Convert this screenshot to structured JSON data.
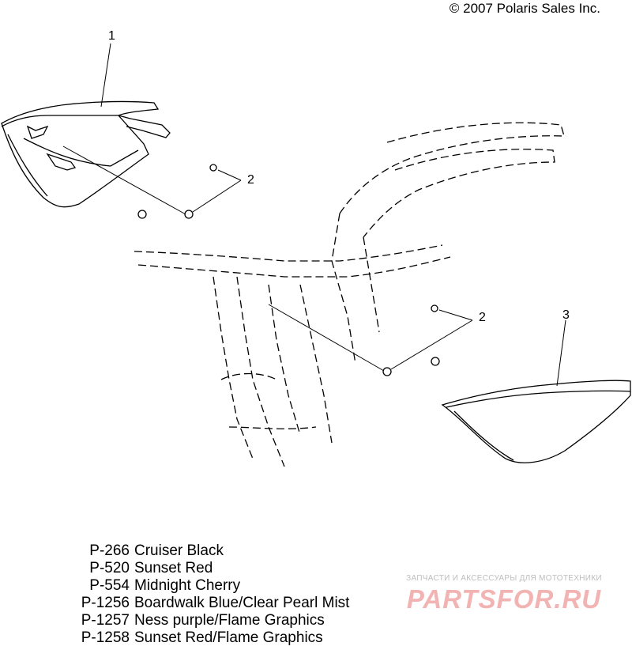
{
  "copyright": "© 2007 Polaris Sales Inc.",
  "callouts": [
    "1",
    "2",
    "2",
    "3"
  ],
  "legend": [
    {
      "code": "P-266",
      "name": "Cruiser Black"
    },
    {
      "code": "P-520",
      "name": "Sunset Red"
    },
    {
      "code": "P-554",
      "name": "Midnight Cherry"
    },
    {
      "code": "P-1256",
      "name": "Boardwalk Blue/Clear Pearl Mist"
    },
    {
      "code": "P-1257",
      "name": "Ness purple/Flame Graphics"
    },
    {
      "code": "P-1258",
      "name": "Sunset Red/Flame Graphics"
    }
  ],
  "watermark": {
    "subtitle": "ЗАПЧАСТИ И АКСЕССУАРЫ ДЛЯ МОТОТЕХНИКИ",
    "logo": "PARTSFOR.RU"
  }
}
